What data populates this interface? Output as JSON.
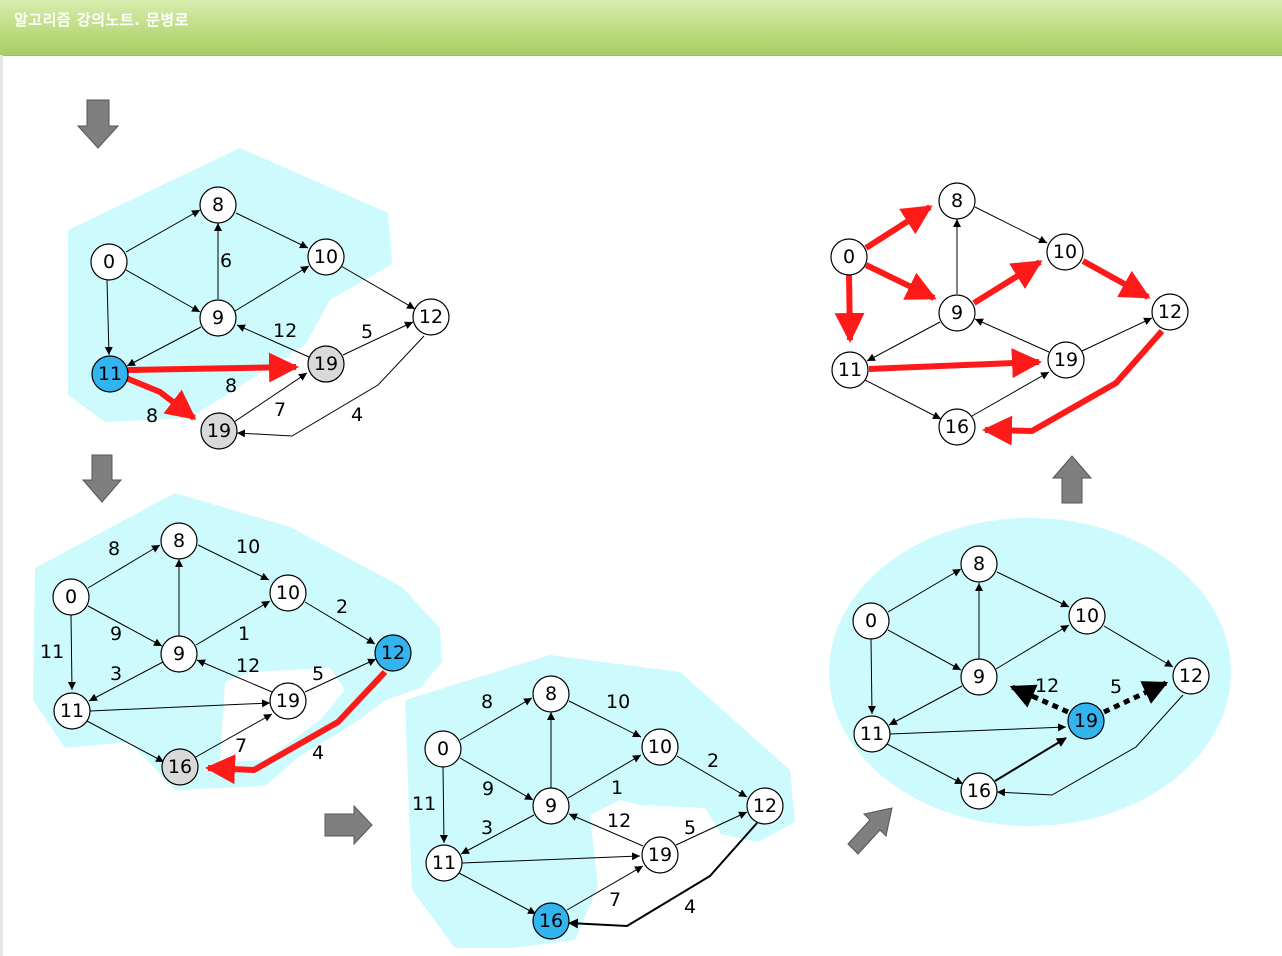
{
  "header": {
    "title": "알고리즘 강의노트. 문병로"
  },
  "colors": {
    "region_fill": "#ccfafd",
    "node_white": "#ffffff",
    "node_blue": "#32b4ef",
    "node_gray": "#d9d9d9",
    "highlight": "#ff1a1a",
    "arrow_gray": "#7f7f7f"
  },
  "arrow_icons": [
    "down-arrow-icon",
    "down-arrow-icon",
    "right-arrow-icon",
    "up-right-arrow-icon",
    "up-arrow-icon"
  ],
  "diagrams": {
    "step1": {
      "nodes": {
        "n0": "0",
        "n8": "8",
        "n10": "10",
        "n9": "9",
        "n12": "12",
        "n11": "11",
        "n19a": "19",
        "n19b": "19"
      },
      "edge_labels": [
        "6",
        "12",
        "5",
        "8",
        "8",
        "7",
        "4"
      ]
    },
    "step2": {
      "nodes": {
        "n0": "0",
        "n8": "8",
        "n10": "10",
        "n9": "9",
        "n12": "12",
        "n11": "11",
        "n19": "19",
        "n16": "16"
      },
      "edge_labels": [
        "8",
        "10",
        "2",
        "9",
        "1",
        "11",
        "3",
        "12",
        "5",
        "7",
        "4"
      ]
    },
    "step3": {
      "nodes": {
        "n0": "0",
        "n8": "8",
        "n10": "10",
        "n9": "9",
        "n12": "12",
        "n11": "11",
        "n19": "19",
        "n16": "16"
      },
      "edge_labels": [
        "8",
        "10",
        "2",
        "9",
        "1",
        "11",
        "3",
        "12",
        "5",
        "7",
        "4"
      ]
    },
    "step4": {
      "nodes": {
        "n0": "0",
        "n8": "8",
        "n10": "10",
        "n9": "9",
        "n12": "12",
        "n11": "11",
        "n19": "19",
        "n16": "16"
      },
      "edge_labels": [
        "12",
        "5"
      ]
    },
    "result": {
      "nodes": {
        "n0": "0",
        "n8": "8",
        "n10": "10",
        "n9": "9",
        "n12": "12",
        "n11": "11",
        "n19": "19",
        "n16": "16"
      }
    }
  }
}
